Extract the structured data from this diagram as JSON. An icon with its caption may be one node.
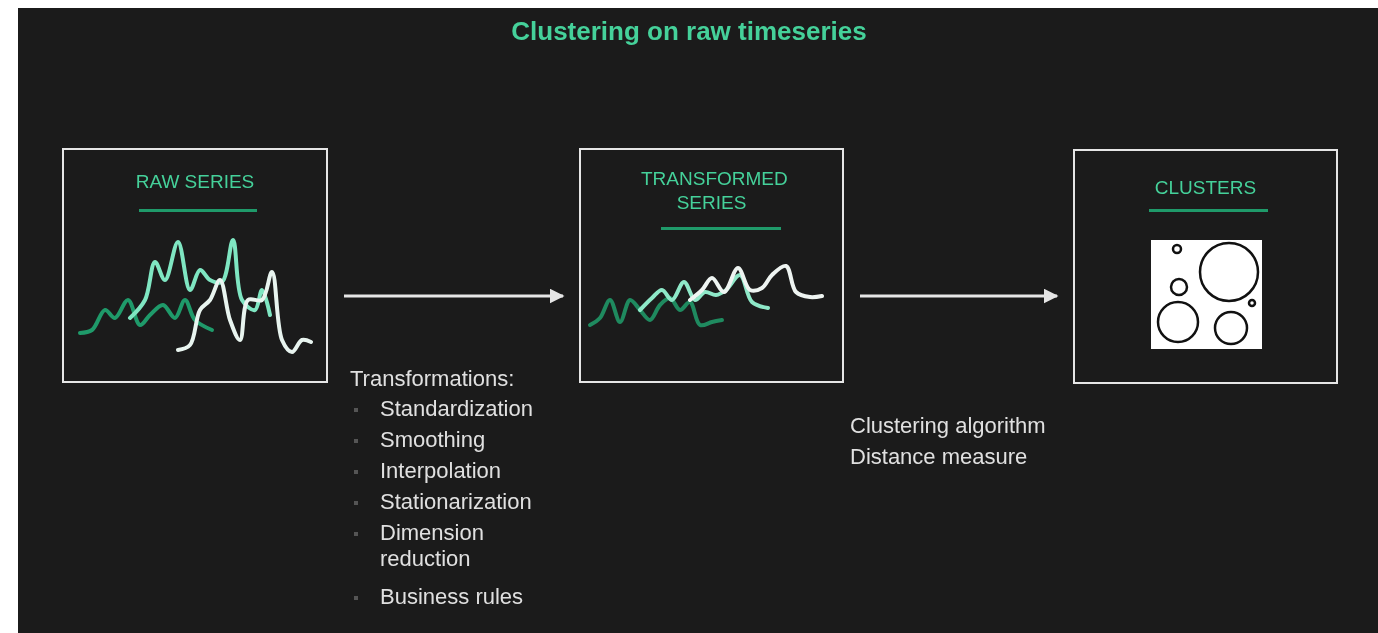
{
  "diagram": {
    "title": "Clustering on raw timeseries",
    "nodes": [
      {
        "text": [
          "RAW SERIES"
        ]
      },
      {
        "text": [
          "TRANSFORMED SERIES"
        ]
      },
      {
        "text": [
          "CLUSTERS"
        ]
      }
    ],
    "edges": [
      {
        "from": 0,
        "to": 1,
        "arrow": "to"
      },
      {
        "from": 1,
        "to": 2,
        "arrow": "to"
      }
    ],
    "labels": [
      "Transformations:",
      "Standardization",
      "Smoothing",
      "Interpolation",
      "Stationarization",
      "Dimension reduction",
      "Business rules",
      "Clustering algorithm",
      "Distance measure"
    ]
  }
}
